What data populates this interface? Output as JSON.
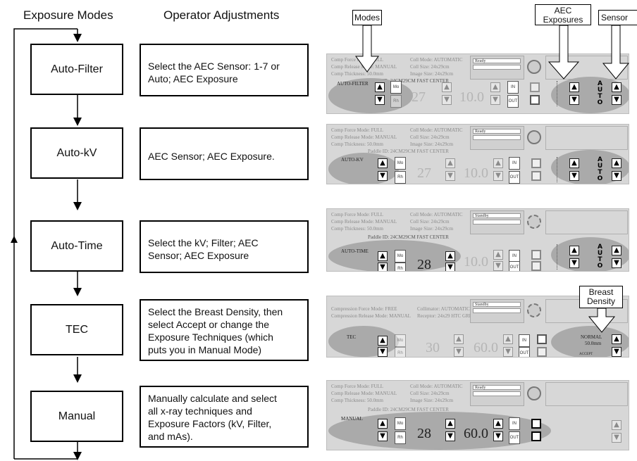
{
  "headers": {
    "modes": "Exposure Modes",
    "adjustments": "Operator Adjustments"
  },
  "rows": [
    {
      "mode": "Auto-Filter",
      "adjust_lines": [
        "Select the AEC Sensor: 1-7 or",
        "Auto; AEC Exposure"
      ]
    },
    {
      "mode": "Auto-kV",
      "adjust_lines": [
        "AEC Sensor; AEC Exposure."
      ]
    },
    {
      "mode": "Auto-Time",
      "adjust_lines": [
        "Select the kV; Filter; AEC",
        "Sensor; AEC Exposure"
      ]
    },
    {
      "mode": "TEC",
      "adjust_lines": [
        "Select the Breast Density, then",
        "select Accept or change the",
        "Exposure Techniques (which",
        "puts you in Manual Mode)"
      ]
    },
    {
      "mode": "Manual",
      "adjust_lines": [
        "Manually calculate and select",
        "all x-ray techniques and",
        "Exposure Factors (kV, Filter,",
        "and mAs)."
      ]
    }
  ],
  "callouts": {
    "modes": "Modes",
    "aec_line1": "AEC",
    "aec_line2": "Exposures",
    "sensor": "Sensor",
    "density_line1": "Breast",
    "density_line2": "Density"
  },
  "panels": [
    {
      "mode_label": "AUTO-FILTER",
      "status": "Ready",
      "kv": "27",
      "mas": "10.0",
      "filter_top": "Mo",
      "filter_bottom": "Rh",
      "info1": "Comp Force  Mode:  FULL",
      "info2": "Comp Release Mode:  MANUAL",
      "info3": "Comp Thickness:  50.0mm",
      "info4": "Coll Mode:  AUTOMATIC",
      "info5": "Coll Size:  24x29cm",
      "info6": "Image Size:  24x29cm",
      "paddle": "Paddle ID:  24CM29CM FAST CENTER"
    },
    {
      "mode_label": "AUTO-KV",
      "status": "Ready",
      "kv": "27",
      "mas": "10.0",
      "filter_top": "Mo",
      "filter_bottom": "Rh",
      "info1": "Comp Force  Mode:  FULL",
      "info2": "Comp Release Mode:  MANUAL",
      "info3": "Comp Thickness:  50.0mm",
      "info4": "Coll Mode:  AUTOMATIC",
      "info5": "Coll Size:  24x29cm",
      "info6": "Image Size:  24x29cm",
      "paddle": "Paddle ID:  24CM29CM FAST CENTER"
    },
    {
      "mode_label": "AUTO-TIME",
      "status": "Standby",
      "kv": "28",
      "mas": "10.0",
      "filter_top": "Mo",
      "filter_bottom": "Rh",
      "info1": "Comp Force  Mode:  FULL",
      "info2": "Comp Release Mode:  MANUAL",
      "info3": "Comp Thickness:  50.0mm",
      "info4": "Coll Mode:  AUTOMATIC",
      "info5": "Coll Size:  24x29cm",
      "info6": "Image Size:  24x29cm",
      "paddle": "Paddle ID:  24CM29CM FAST CENTER"
    },
    {
      "mode_label": "TEC",
      "status": "Standby",
      "kv": "30",
      "mas": "60.0",
      "filter_top": "Mo",
      "filter_bottom": "Rh",
      "info1": "Compression Force  Mode:  FREE",
      "info2": "Compression Release Mode:  MANUAL",
      "info4": "Collimator:  AUTOMATIC",
      "info5": "Receptor:  24x29 HTC GRID",
      "density": "NORMAL",
      "thickness": "50.0mm",
      "accept": "ACCEPT"
    },
    {
      "mode_label": "MANUAL",
      "status": "Ready",
      "kv": "28",
      "mas": "60.0",
      "filter_top": "Mo",
      "filter_bottom": "Rh",
      "info1": "Comp Force  Mode:  FULL",
      "info2": "Comp Release Mode:  MANUAL",
      "info3": "Comp Thickness:  50.0mm",
      "info4": "Coll Mode:  AUTOMATIC",
      "info5": "Coll Size:  24x29cm",
      "info6": "Image Size:  24x29cm",
      "paddle": "Paddle ID:  24CM29CM FAST CENTER"
    }
  ],
  "panel_common": {
    "in": "IN",
    "out": "OUT",
    "auto_letters": [
      "A",
      "U",
      "T",
      "O"
    ]
  }
}
